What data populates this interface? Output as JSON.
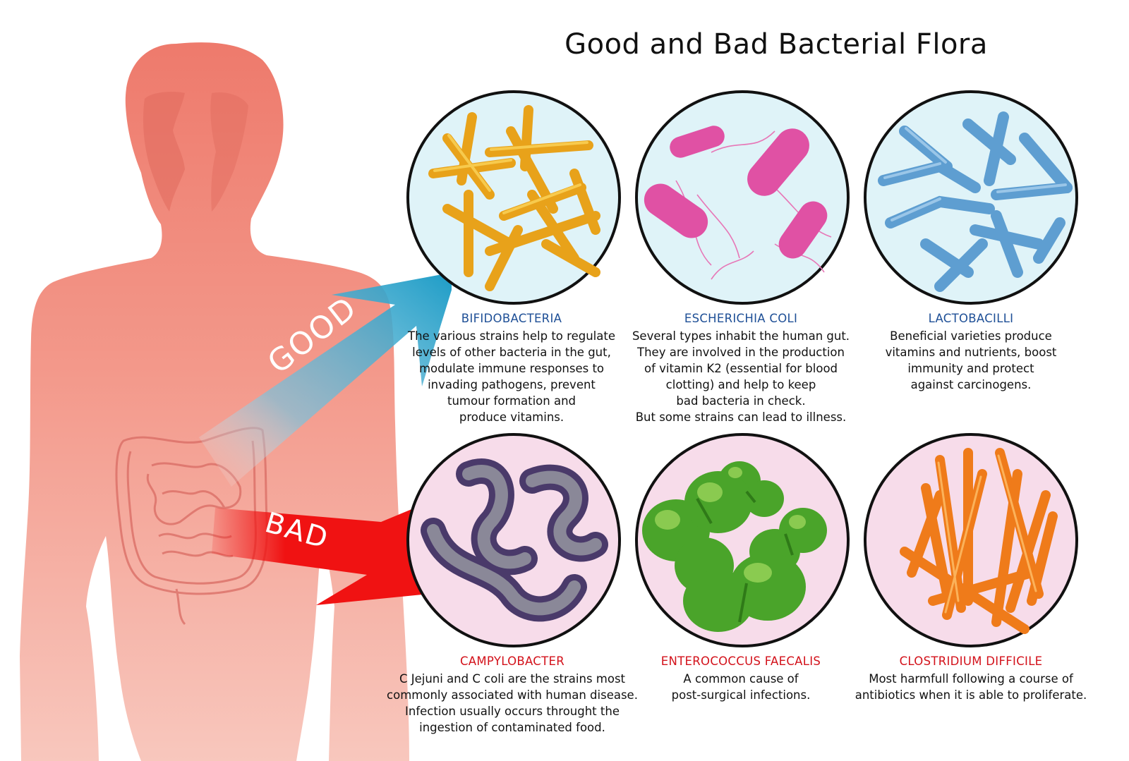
{
  "title": "Good and Bad Bacterial Flora",
  "arrows": {
    "good_label": "GOOD",
    "bad_label": "BAD",
    "good_color": "#1a9bc6",
    "bad_color": "#f01212"
  },
  "colors": {
    "good_name": "#1e4f96",
    "bad_name": "#d3121b",
    "good_circle_bg": "#dff3f8",
    "bad_circle_bg": "#f7dcea",
    "body_skin": "#f1897b"
  },
  "bacteria": [
    {
      "name": "BIFIDOBACTERIA",
      "type": "good",
      "description": "The various strains help to regulate\nlevels of other bacteria in the gut,\nmodulate immune responses to\ninvading pathogens, prevent\ntumour formation and\nproduce vitamins."
    },
    {
      "name": "ESCHERICHIA COLI",
      "type": "good",
      "description": "Several types inhabit the human gut.\nThey are involved in the production\nof vitamin K2 (essential for blood\nclotting) and help to keep\nbad bacteria in check.\nBut some strains can lead to illness."
    },
    {
      "name": "LACTOBACILLI",
      "type": "good",
      "description": "Beneficial varieties produce\nvitamins and nutrients, boost\nimmunity and protect\nagainst carcinogens."
    },
    {
      "name": "CAMPYLOBACTER",
      "type": "bad",
      "description": "C Jejuni and C coli are the strains most\ncommonly associated with human disease.\nInfection usually occurs throught the\ningestion of contaminated food."
    },
    {
      "name": "ENTEROCOCCUS FAECALIS",
      "type": "bad",
      "description": "A common cause of\npost-surgical infections."
    },
    {
      "name": "CLOSTRIDIUM DIFFICILE",
      "type": "bad",
      "description": "Most harmfull following a course of\nantibiotics when it is able to proliferate."
    }
  ]
}
